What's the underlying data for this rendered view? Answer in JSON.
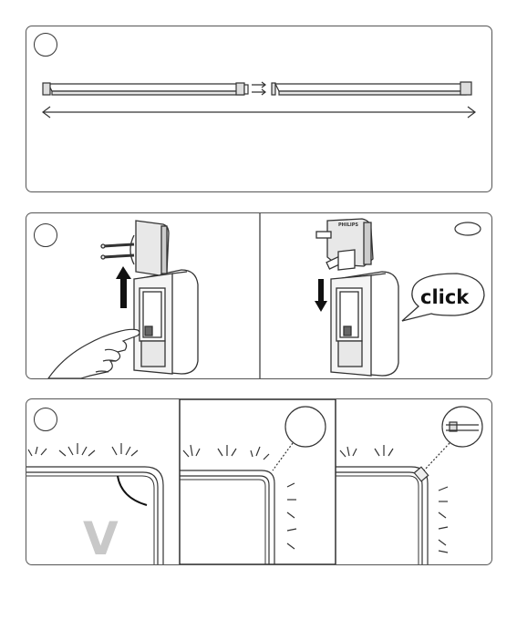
{
  "manual": {
    "panels": [
      {
        "name": "step-1-strip-length",
        "step_label": ""
      },
      {
        "name": "step-2-adapter",
        "step_label": ""
      },
      {
        "name": "step-3-install",
        "step_label": ""
      }
    ],
    "adapter_brand": "PHILIPS",
    "click_label": "click",
    "watermark_letter": "V",
    "colors": {
      "line": "#333333",
      "gray": "#bbbbbb",
      "watermark": "#c8c8c8"
    }
  }
}
